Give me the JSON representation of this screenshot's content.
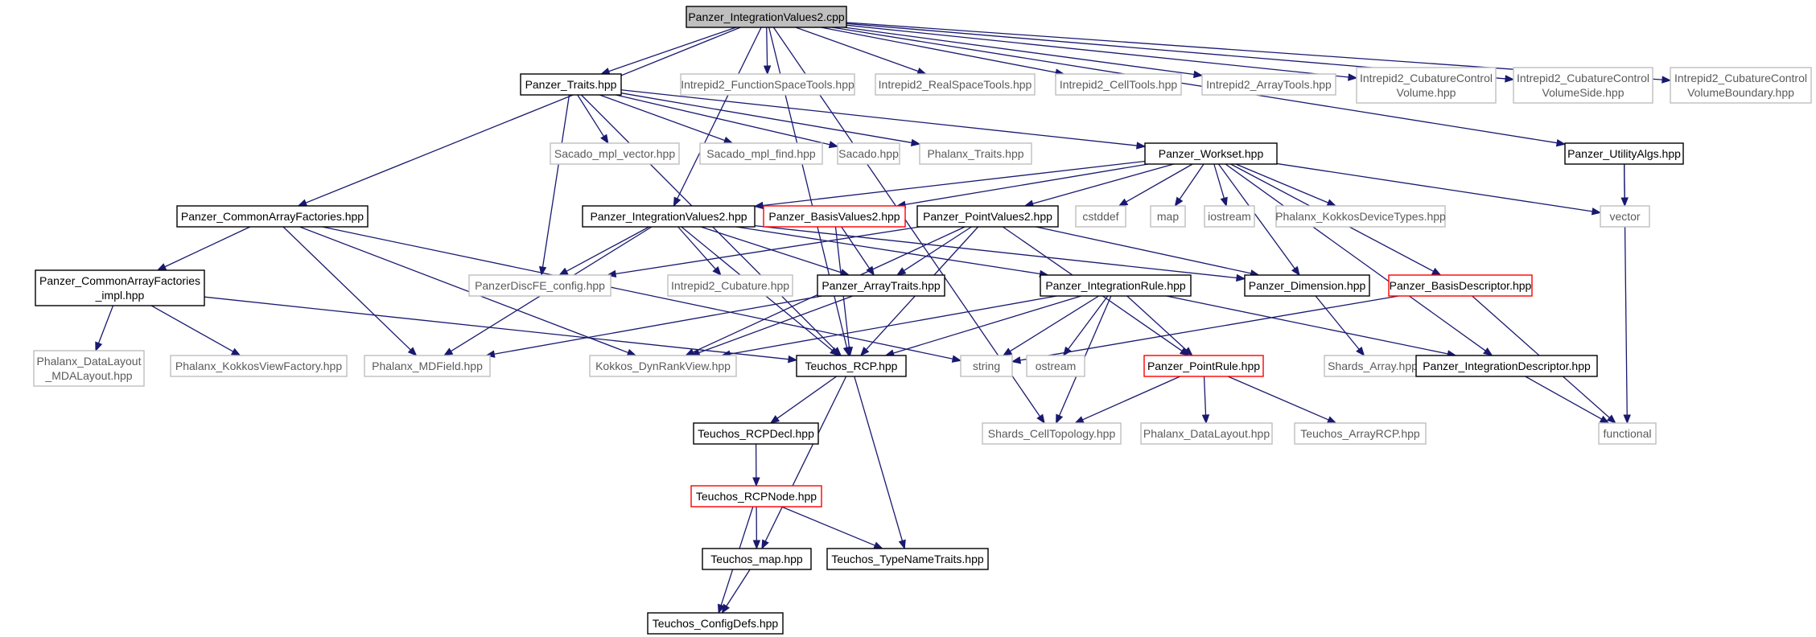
{
  "graph": {
    "nodes": [
      {
        "id": "root",
        "lines": [
          "Panzer_IntegrationValues2.cpp"
        ],
        "style": "root"
      },
      {
        "id": "traits",
        "lines": [
          "Panzer_Traits.hpp"
        ],
        "style": "local"
      },
      {
        "id": "i2fst",
        "lines": [
          "Intrepid2_FunctionSpaceTools.hpp"
        ],
        "style": "external"
      },
      {
        "id": "i2rst",
        "lines": [
          "Intrepid2_RealSpaceTools.hpp"
        ],
        "style": "external"
      },
      {
        "id": "i2ct",
        "lines": [
          "Intrepid2_CellTools.hpp"
        ],
        "style": "external"
      },
      {
        "id": "i2at",
        "lines": [
          "Intrepid2_ArrayTools.hpp"
        ],
        "style": "external"
      },
      {
        "id": "i2ccv",
        "lines": [
          "Intrepid2_CubatureControl",
          "Volume.hpp"
        ],
        "style": "external"
      },
      {
        "id": "i2ccvs",
        "lines": [
          "Intrepid2_CubatureControl",
          "VolumeSide.hpp"
        ],
        "style": "external"
      },
      {
        "id": "i2ccvb",
        "lines": [
          "Intrepid2_CubatureControl",
          "VolumeBoundary.hpp"
        ],
        "style": "external"
      },
      {
        "id": "smv",
        "lines": [
          "Sacado_mpl_vector.hpp"
        ],
        "style": "external"
      },
      {
        "id": "smf",
        "lines": [
          "Sacado_mpl_find.hpp"
        ],
        "style": "external"
      },
      {
        "id": "sacado",
        "lines": [
          "Sacado.hpp"
        ],
        "style": "external"
      },
      {
        "id": "phtraits",
        "lines": [
          "Phalanx_Traits.hpp"
        ],
        "style": "external"
      },
      {
        "id": "workset",
        "lines": [
          "Panzer_Workset.hpp"
        ],
        "style": "local"
      },
      {
        "id": "utilalgs",
        "lines": [
          "Panzer_UtilityAlgs.hpp"
        ],
        "style": "local"
      },
      {
        "id": "caf",
        "lines": [
          "Panzer_CommonArrayFactories.hpp"
        ],
        "style": "local"
      },
      {
        "id": "iv2",
        "lines": [
          "Panzer_IntegrationValues2.hpp"
        ],
        "style": "local"
      },
      {
        "id": "bv2",
        "lines": [
          "Panzer_BasisValues2.hpp"
        ],
        "style": "red"
      },
      {
        "id": "pv2",
        "lines": [
          "Panzer_PointValues2.hpp"
        ],
        "style": "local"
      },
      {
        "id": "cstddef",
        "lines": [
          "cstddef"
        ],
        "style": "external"
      },
      {
        "id": "map",
        "lines": [
          "map"
        ],
        "style": "external"
      },
      {
        "id": "iostream",
        "lines": [
          "iostream"
        ],
        "style": "external"
      },
      {
        "id": "phkdt",
        "lines": [
          "Phalanx_KokkosDeviceTypes.hpp"
        ],
        "style": "external"
      },
      {
        "id": "vector",
        "lines": [
          "vector"
        ],
        "style": "external"
      },
      {
        "id": "cafimpl",
        "lines": [
          "Panzer_CommonArrayFactories",
          "_impl.hpp"
        ],
        "style": "local"
      },
      {
        "id": "pdfe",
        "lines": [
          "PanzerDiscFE_config.hpp"
        ],
        "style": "external"
      },
      {
        "id": "i2cub",
        "lines": [
          "Intrepid2_Cubature.hpp"
        ],
        "style": "external"
      },
      {
        "id": "arraytraits",
        "lines": [
          "Panzer_ArrayTraits.hpp"
        ],
        "style": "local"
      },
      {
        "id": "intrule",
        "lines": [
          "Panzer_IntegrationRule.hpp"
        ],
        "style": "local"
      },
      {
        "id": "dimension",
        "lines": [
          "Panzer_Dimension.hpp"
        ],
        "style": "local"
      },
      {
        "id": "basisdesc",
        "lines": [
          "Panzer_BasisDescriptor.hpp"
        ],
        "style": "red"
      },
      {
        "id": "phdlmda",
        "lines": [
          "Phalanx_DataLayout",
          "_MDALayout.hpp"
        ],
        "style": "external"
      },
      {
        "id": "phkvf",
        "lines": [
          "Phalanx_KokkosViewFactory.hpp"
        ],
        "style": "external"
      },
      {
        "id": "phmdf",
        "lines": [
          "Phalanx_MDField.hpp"
        ],
        "style": "external"
      },
      {
        "id": "kdrv",
        "lines": [
          "Kokkos_DynRankView.hpp"
        ],
        "style": "external"
      },
      {
        "id": "trcp",
        "lines": [
          "Teuchos_RCP.hpp"
        ],
        "style": "local"
      },
      {
        "id": "string",
        "lines": [
          "string"
        ],
        "style": "external"
      },
      {
        "id": "ostream",
        "lines": [
          "ostream"
        ],
        "style": "external"
      },
      {
        "id": "pointrule",
        "lines": [
          "Panzer_PointRule.hpp"
        ],
        "style": "red"
      },
      {
        "id": "sharr",
        "lines": [
          "Shards_Array.hpp"
        ],
        "style": "external"
      },
      {
        "id": "intdesc",
        "lines": [
          "Panzer_IntegrationDescriptor.hpp"
        ],
        "style": "local"
      },
      {
        "id": "trcpdecl",
        "lines": [
          "Teuchos_RCPDecl.hpp"
        ],
        "style": "local"
      },
      {
        "id": "shct",
        "lines": [
          "Shards_CellTopology.hpp"
        ],
        "style": "external"
      },
      {
        "id": "phdl",
        "lines": [
          "Phalanx_DataLayout.hpp"
        ],
        "style": "external"
      },
      {
        "id": "tarcp",
        "lines": [
          "Teuchos_ArrayRCP.hpp"
        ],
        "style": "external"
      },
      {
        "id": "functional",
        "lines": [
          "functional"
        ],
        "style": "external"
      },
      {
        "id": "trcpnode",
        "lines": [
          "Teuchos_RCPNode.hpp"
        ],
        "style": "red"
      },
      {
        "id": "tmap",
        "lines": [
          "Teuchos_map.hpp"
        ],
        "style": "local"
      },
      {
        "id": "ttnt",
        "lines": [
          "Teuchos_TypeNameTraits.hpp"
        ],
        "style": "local"
      },
      {
        "id": "tcd",
        "lines": [
          "Teuchos_ConfigDefs.hpp"
        ],
        "style": "local"
      }
    ],
    "edges": [
      [
        "root",
        "traits"
      ],
      [
        "root",
        "i2fst"
      ],
      [
        "root",
        "i2rst"
      ],
      [
        "root",
        "i2ct"
      ],
      [
        "root",
        "i2at"
      ],
      [
        "root",
        "i2ccv"
      ],
      [
        "root",
        "i2ccvs"
      ],
      [
        "root",
        "i2ccvb"
      ],
      [
        "root",
        "caf"
      ],
      [
        "root",
        "iv2"
      ],
      [
        "root",
        "trcp"
      ],
      [
        "root",
        "utilalgs"
      ],
      [
        "root",
        "shct"
      ],
      [
        "traits",
        "smv"
      ],
      [
        "traits",
        "smf"
      ],
      [
        "traits",
        "sacado"
      ],
      [
        "traits",
        "phtraits"
      ],
      [
        "traits",
        "workset"
      ],
      [
        "traits",
        "pdfe"
      ],
      [
        "traits",
        "trcp"
      ],
      [
        "workset",
        "iv2"
      ],
      [
        "workset",
        "bv2"
      ],
      [
        "workset",
        "pv2"
      ],
      [
        "workset",
        "cstddef"
      ],
      [
        "workset",
        "map"
      ],
      [
        "workset",
        "iostream"
      ],
      [
        "workset",
        "phkdt"
      ],
      [
        "workset",
        "vector"
      ],
      [
        "workset",
        "dimension"
      ],
      [
        "workset",
        "basisdesc"
      ],
      [
        "workset",
        "intdesc"
      ],
      [
        "utilalgs",
        "vector"
      ],
      [
        "utilalgs",
        "functional"
      ],
      [
        "caf",
        "cafimpl"
      ],
      [
        "caf",
        "phmdf"
      ],
      [
        "caf",
        "kdrv"
      ],
      [
        "caf",
        "string"
      ],
      [
        "cafimpl",
        "phdlmda"
      ],
      [
        "cafimpl",
        "phkvf"
      ],
      [
        "cafimpl",
        "trcp"
      ],
      [
        "iv2",
        "pdfe"
      ],
      [
        "iv2",
        "i2cub"
      ],
      [
        "iv2",
        "arraytraits"
      ],
      [
        "iv2",
        "intrule"
      ],
      [
        "iv2",
        "dimension"
      ],
      [
        "iv2",
        "phmdf"
      ],
      [
        "iv2",
        "trcp"
      ],
      [
        "bv2",
        "arraytraits"
      ],
      [
        "bv2",
        "trcp"
      ],
      [
        "pv2",
        "pdfe"
      ],
      [
        "pv2",
        "arraytraits"
      ],
      [
        "pv2",
        "dimension"
      ],
      [
        "pv2",
        "pointrule"
      ],
      [
        "pv2",
        "trcp"
      ],
      [
        "pv2",
        "kdrv"
      ],
      [
        "arraytraits",
        "phmdf"
      ],
      [
        "arraytraits",
        "kdrv"
      ],
      [
        "intrule",
        "trcp"
      ],
      [
        "intrule",
        "string"
      ],
      [
        "intrule",
        "ostream"
      ],
      [
        "intrule",
        "pointrule"
      ],
      [
        "intrule",
        "intdesc"
      ],
      [
        "intrule",
        "shct"
      ],
      [
        "intrule",
        "kdrv"
      ],
      [
        "dimension",
        "sharr"
      ],
      [
        "basisdesc",
        "string"
      ],
      [
        "basisdesc",
        "functional"
      ],
      [
        "pointrule",
        "shct"
      ],
      [
        "pointrule",
        "phdl"
      ],
      [
        "pointrule",
        "tarcp"
      ],
      [
        "intdesc",
        "functional"
      ],
      [
        "trcp",
        "trcpdecl"
      ],
      [
        "trcp",
        "tmap"
      ],
      [
        "trcp",
        "ttnt"
      ],
      [
        "trcpdecl",
        "trcpnode"
      ],
      [
        "trcpnode",
        "tmap"
      ],
      [
        "trcpnode",
        "ttnt"
      ],
      [
        "trcpnode",
        "tcd"
      ],
      [
        "tmap",
        "tcd"
      ]
    ]
  },
  "colors": {
    "edge": "#191970",
    "local_border": "#000000",
    "external_border": "#bfbfbf",
    "red_border": "#ff0000",
    "root_fill": "#bfbfbf",
    "node_fill": "#ffffff",
    "local_text": "#000000",
    "external_text": "#5a5a5a"
  }
}
